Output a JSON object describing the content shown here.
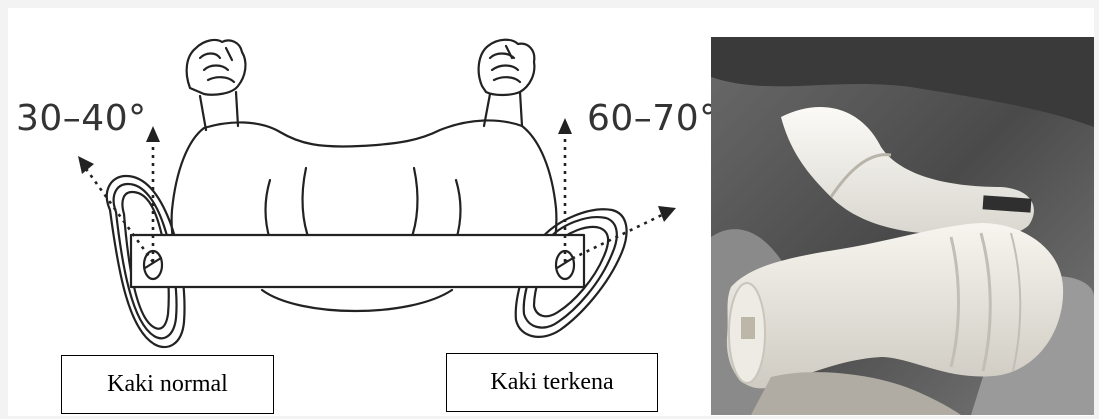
{
  "illustration": {
    "angle_left": "30–40°",
    "angle_right": "60–70°",
    "caption_left": "Kaki normal",
    "caption_right": "Kaki terkena"
  },
  "photo": {
    "subject": "infant legs in white plaster casts with brace bar"
  },
  "colors": {
    "line": "#222222",
    "background": "#ffffff",
    "cast": "#ece9e2",
    "photo_dark": "#3a3a3a"
  }
}
